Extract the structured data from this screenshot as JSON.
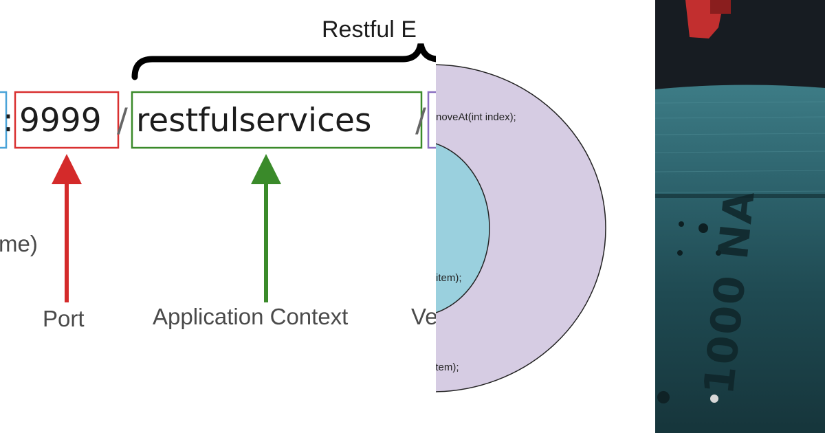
{
  "uri_diagram": {
    "heading": "Restful E",
    "segments": {
      "separator_colon": ":",
      "port": "9999",
      "separator_slash_1": "/",
      "context": "restfulservices",
      "separator_slash_2": "/"
    },
    "labels": {
      "hostname_partial": "me)",
      "port": "Port",
      "context": "Application Context",
      "version_partial": "Ve"
    },
    "colors": {
      "port": "#d93030",
      "context": "#3a8a2a",
      "host": "#4aa3d8",
      "version": "#8a6fc0"
    }
  },
  "ellipse_diagram": {
    "lines": [
      "noveAt(int index);",
      "item);",
      "item);"
    ],
    "colors": {
      "outer": "#d6cce3",
      "inner": "#9ad0de"
    }
  },
  "photo": {
    "embossed_text": "1000 NA"
  }
}
